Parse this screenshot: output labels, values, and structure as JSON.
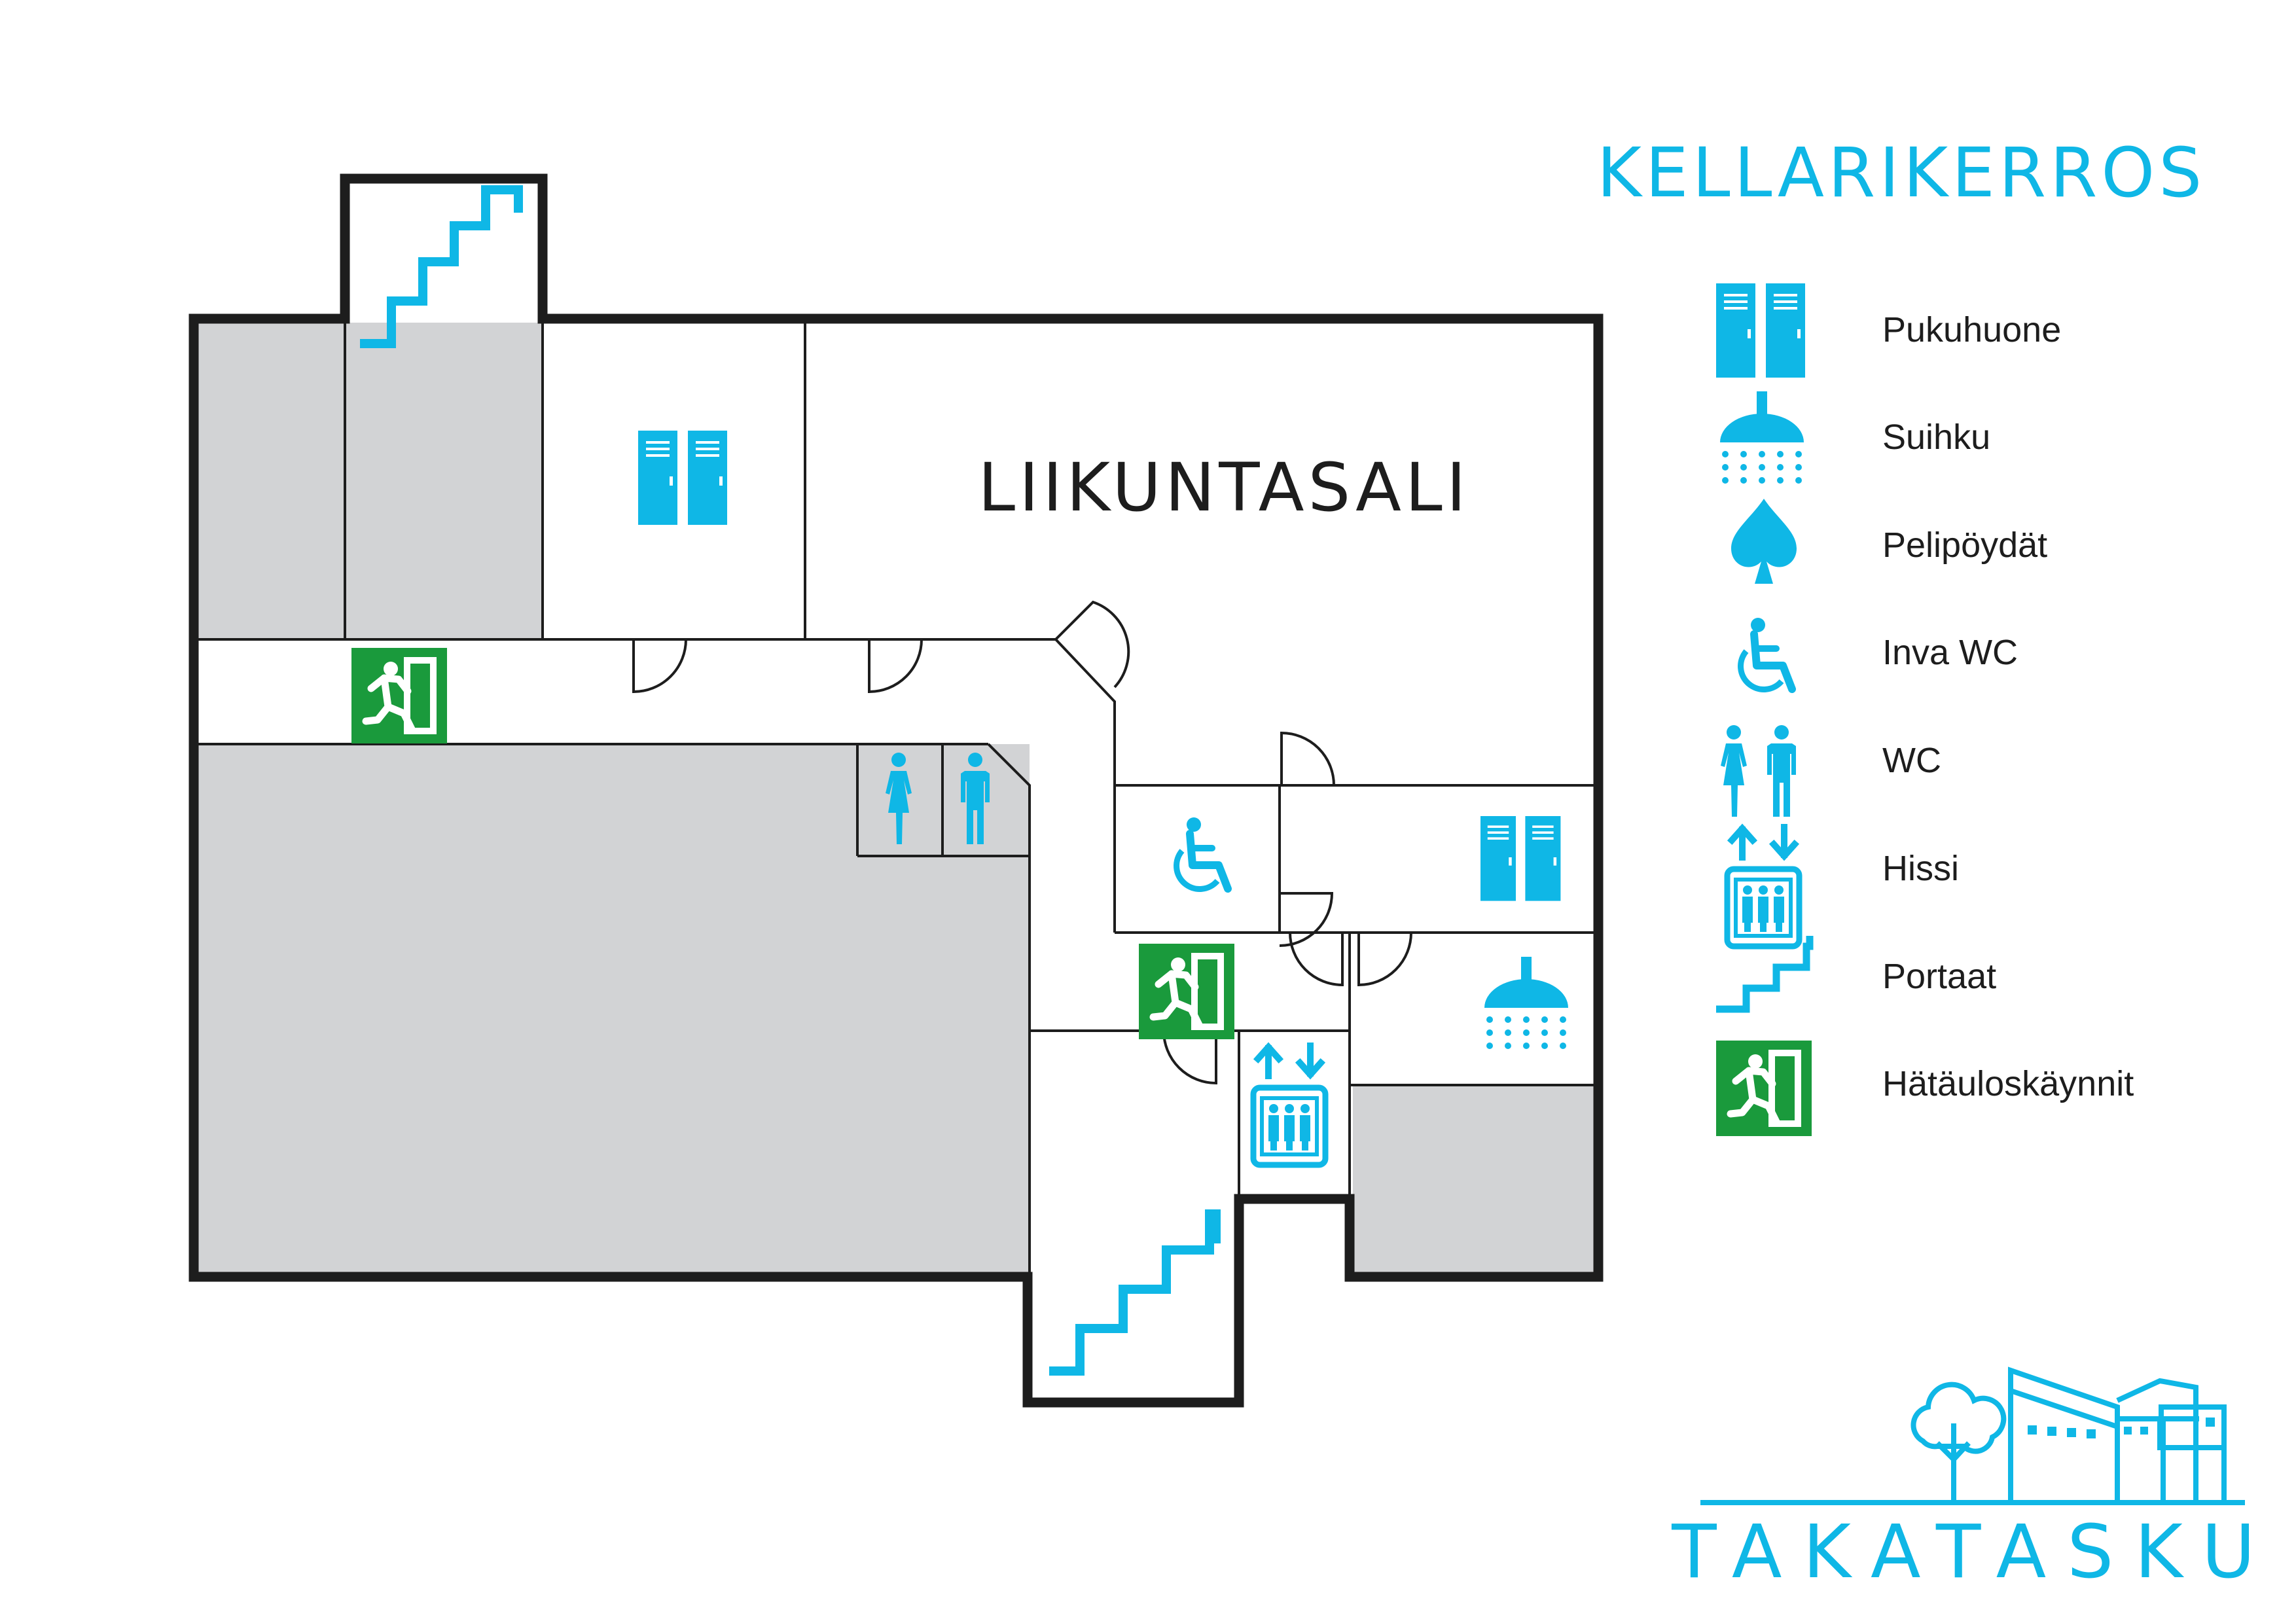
{
  "map": {
    "title": "KELLARIKERROS",
    "room_label": "LIIKUNTASALI",
    "brand": "TAKATASKU"
  },
  "legend": [
    {
      "icon": "locker-icon",
      "label": "Pukuhuone"
    },
    {
      "icon": "shower-icon",
      "label": "Suihku"
    },
    {
      "icon": "spade-icon",
      "label": "Pelipöydät"
    },
    {
      "icon": "wheelchair-icon",
      "label": "Inva WC"
    },
    {
      "icon": "wc-icon",
      "label": "WC"
    },
    {
      "icon": "elevator-icon",
      "label": "Hissi"
    },
    {
      "icon": "stairs-icon",
      "label": "Portaat"
    },
    {
      "icon": "emergency-exit-icon",
      "label": "Hätäuloskäynnit"
    }
  ],
  "colors": {
    "accent": "#0fb7e6",
    "exit_green": "#1a9a3c",
    "wall": "#1d1d1d",
    "unused_area": "#d2d3d5"
  }
}
